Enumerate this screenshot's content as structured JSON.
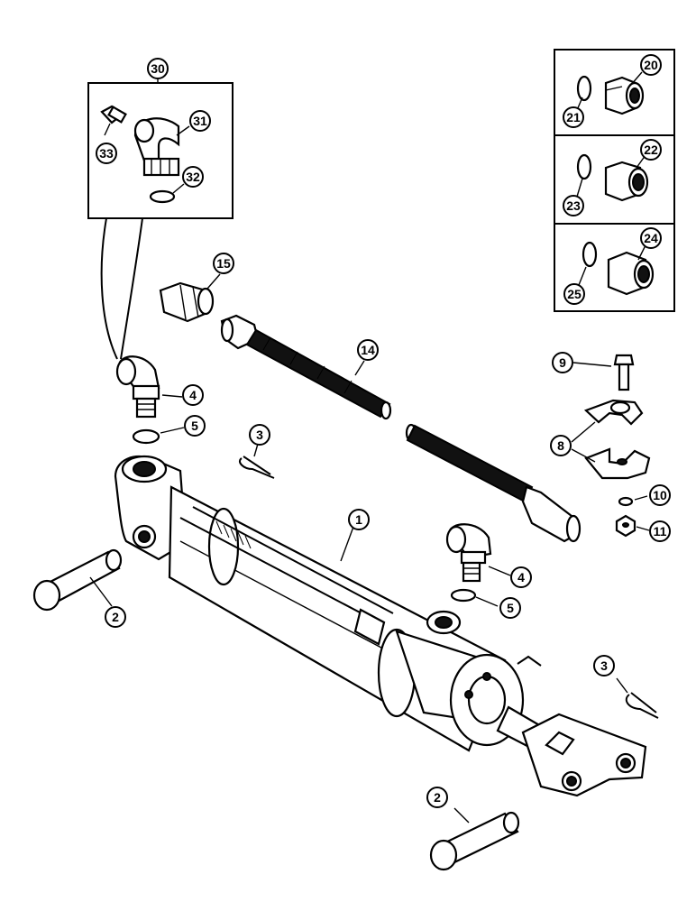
{
  "callouts": {
    "c1": "1",
    "c2a": "2",
    "c2b": "2",
    "c3a": "3",
    "c3b": "3",
    "c4a": "4",
    "c4b": "4",
    "c5a": "5",
    "c5b": "5",
    "c8": "8",
    "c9": "9",
    "c10": "10",
    "c11": "11",
    "c14": "14",
    "c15": "15",
    "c20": "20",
    "c21": "21",
    "c22": "22",
    "c23": "23",
    "c24": "24",
    "c25": "25",
    "c30": "30",
    "c31": "31",
    "c32": "32",
    "c33": "33"
  }
}
